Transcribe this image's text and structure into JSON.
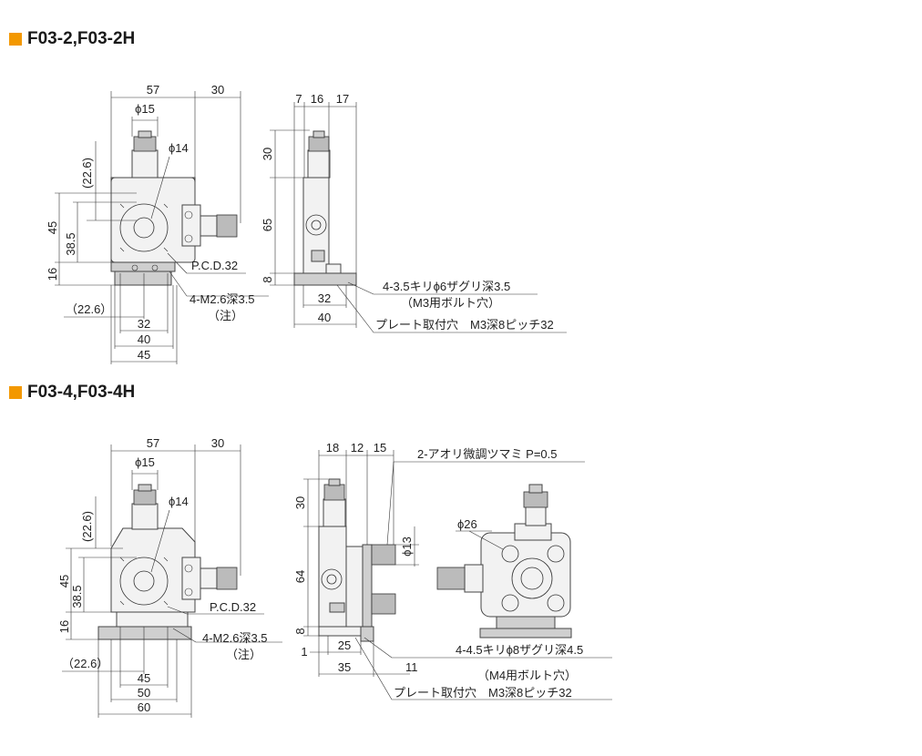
{
  "sections": [
    {
      "title": "F03-2,F03-2H",
      "front": {
        "width": "57",
        "knob_off": "30",
        "phi15": "ϕ15",
        "phi14": "ϕ14",
        "h226": "(22.6)",
        "h45": "45",
        "h385": "38.5",
        "h16": "16",
        "pcd": "P.C.D.32",
        "m26": "4-M2.6深3.5",
        "m26note": "（注）",
        "w226": "（22.6）",
        "w32": "32",
        "w40": "40",
        "w45": "45"
      },
      "side": {
        "w7": "7",
        "w16": "16",
        "w17": "17",
        "h30": "30",
        "h65": "65",
        "h8": "8",
        "b32": "32",
        "b40": "40",
        "bolt1": "4-3.5キリϕ6ザグリ深3.5",
        "bolt2": "（M3用ボルト穴）",
        "plate": "プレート取付穴　M3深8ピッチ32"
      }
    },
    {
      "title": "F03-4,F03-4H",
      "front": {
        "width": "57",
        "knob_off": "30",
        "phi15": "ϕ15",
        "phi14": "ϕ14",
        "h226": "(22.6)",
        "h45": "45",
        "h385": "38.5",
        "h16": "16",
        "pcd": "P.C.D.32",
        "m26": "4-M2.6深3.5",
        "m26note": "（注）",
        "w226": "（22.6）",
        "w45": "45",
        "w50": "50",
        "w60": "60"
      },
      "side": {
        "w18": "18",
        "w12": "12",
        "w15": "15",
        "h30": "30",
        "h64": "64",
        "h8": "8",
        "w1": "1",
        "w25": "25",
        "w35": "35",
        "w11": "11",
        "phi13": "ϕ13",
        "tilt": "2-アオリ微調ツマミ P=0.5",
        "bolt1": "4-4.5キリϕ8ザグリ深4.5",
        "bolt2": "（M4用ボルト穴）",
        "plate": "プレート取付穴　M3深8ピッチ32"
      },
      "iso": {
        "phi26": "ϕ26"
      }
    }
  ],
  "colors": {
    "marker": "#f39800",
    "line": "#333333",
    "body": "#f2f2f2"
  }
}
